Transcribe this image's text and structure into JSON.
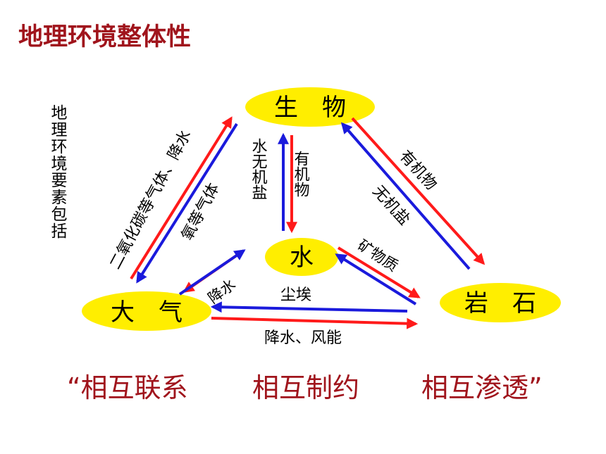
{
  "title": "地理环境整体性",
  "side_label": "地理环境要素包括",
  "nodes": {
    "biology": "生　物",
    "water": "水",
    "atmosphere": "大　气",
    "rock": "岩　石"
  },
  "flows": {
    "atm_to_bio_red": "二氧化碳等气体、降水",
    "bio_to_atm_blue": "氧等气体",
    "water_bio_blue": "水无机盐",
    "bio_water_red": "有机物",
    "bio_rock_red": "有机物",
    "rock_bio_blue": "无机盐",
    "water_rock_red": "矿物质",
    "atm_water": "降水",
    "rock_atm_blue": "尘埃",
    "atm_rock_red": "降水、风能"
  },
  "bottom": {
    "part1": "“相互联系",
    "part2": "相互制约",
    "part3": "相互渗透”"
  },
  "colors": {
    "node_fill": "#ffee00",
    "arrow_red": "#ff1a1a",
    "arrow_blue": "#1a1adc",
    "title_red": "#a0141c"
  }
}
